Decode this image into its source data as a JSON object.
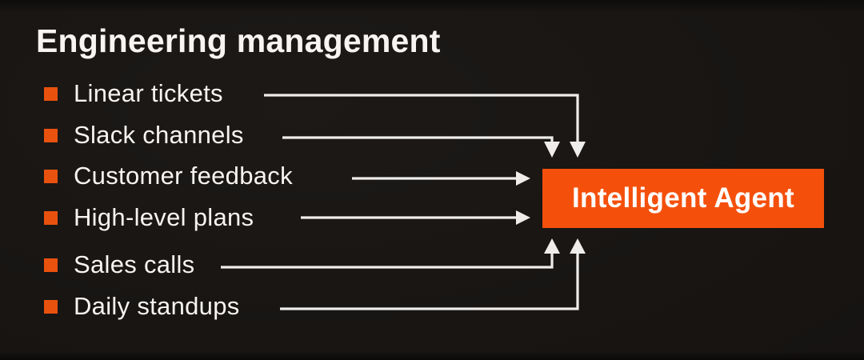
{
  "title": "Engineering management",
  "items": [
    {
      "label": "Linear tickets"
    },
    {
      "label": "Slack channels"
    },
    {
      "label": "Customer feedback"
    },
    {
      "label": "High-level plans"
    },
    {
      "label": "Sales calls"
    },
    {
      "label": "Daily standups"
    }
  ],
  "agent": {
    "label": "Intelligent Agent"
  },
  "icons": {
    "bullet": "square-bullet-icon"
  },
  "colors": {
    "background": "#171412",
    "accent": "#F4500C",
    "bullet": "#E9520E",
    "text": "#F7F4F1",
    "arrow": "#EFEDEB"
  }
}
